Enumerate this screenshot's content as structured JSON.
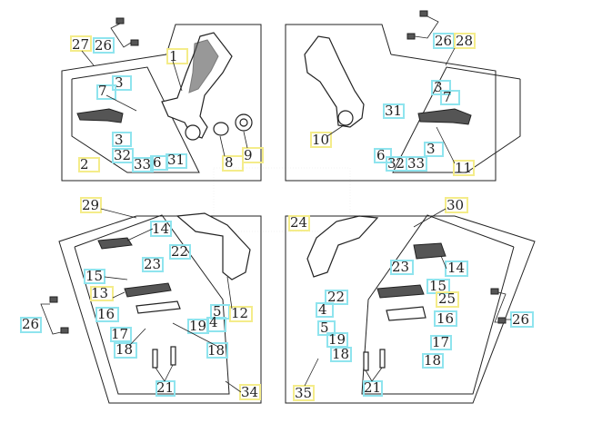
{
  "diagram": {
    "title": "Footrest assembly exploded view",
    "callouts_top_left": [
      "27",
      "26",
      "1",
      "3",
      "7",
      "3",
      "32",
      "33",
      "6",
      "31",
      "2",
      "8",
      "9"
    ],
    "callouts_top_right": [
      "26",
      "28",
      "10",
      "31",
      "3",
      "7",
      "6",
      "32",
      "33",
      "3",
      "11"
    ],
    "callouts_bottom_left": [
      "29",
      "14",
      "22",
      "23",
      "15",
      "13",
      "16",
      "26",
      "5",
      "12",
      "19",
      "4",
      "17",
      "18",
      "18",
      "21",
      "34"
    ],
    "callouts_bottom_right": [
      "24",
      "30",
      "14",
      "23",
      "15",
      "25",
      "22",
      "4",
      "5",
      "16",
      "26",
      "19",
      "17",
      "18",
      "18",
      "21",
      "35"
    ],
    "colors": {
      "main_part_box": "#f4ec8a",
      "sub_part_box": "#8fe4ee"
    }
  }
}
